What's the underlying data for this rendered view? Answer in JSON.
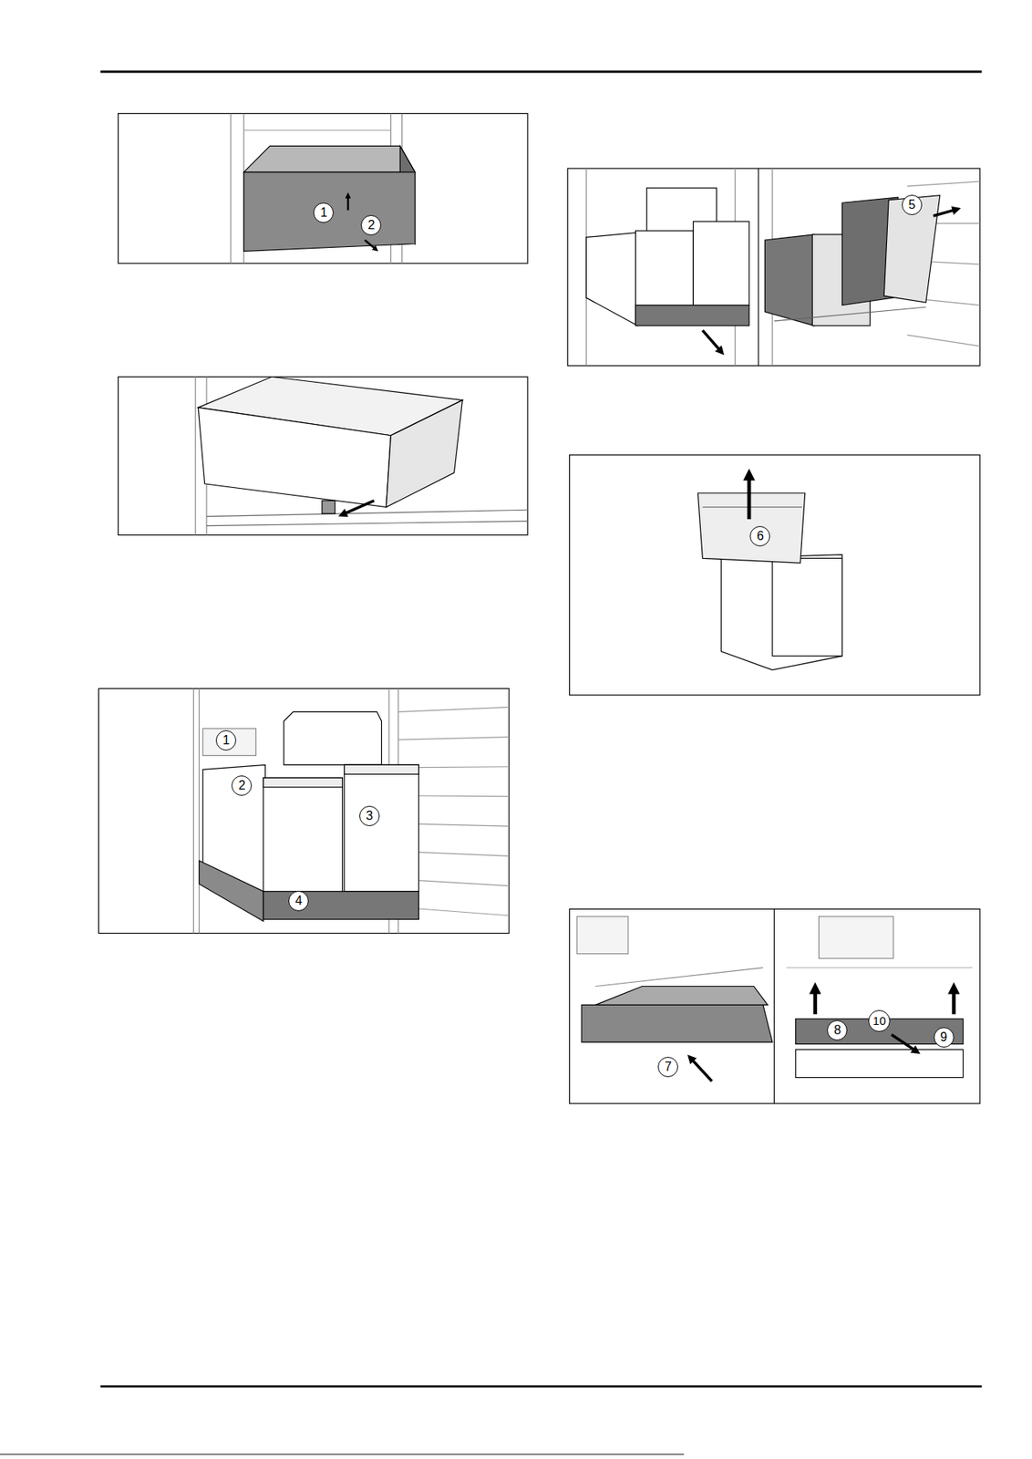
{
  "diagram": {
    "labels": [
      "1",
      "2",
      "5",
      "6",
      "1",
      "2",
      "3",
      "4",
      "7",
      "8",
      "10",
      "9"
    ]
  }
}
